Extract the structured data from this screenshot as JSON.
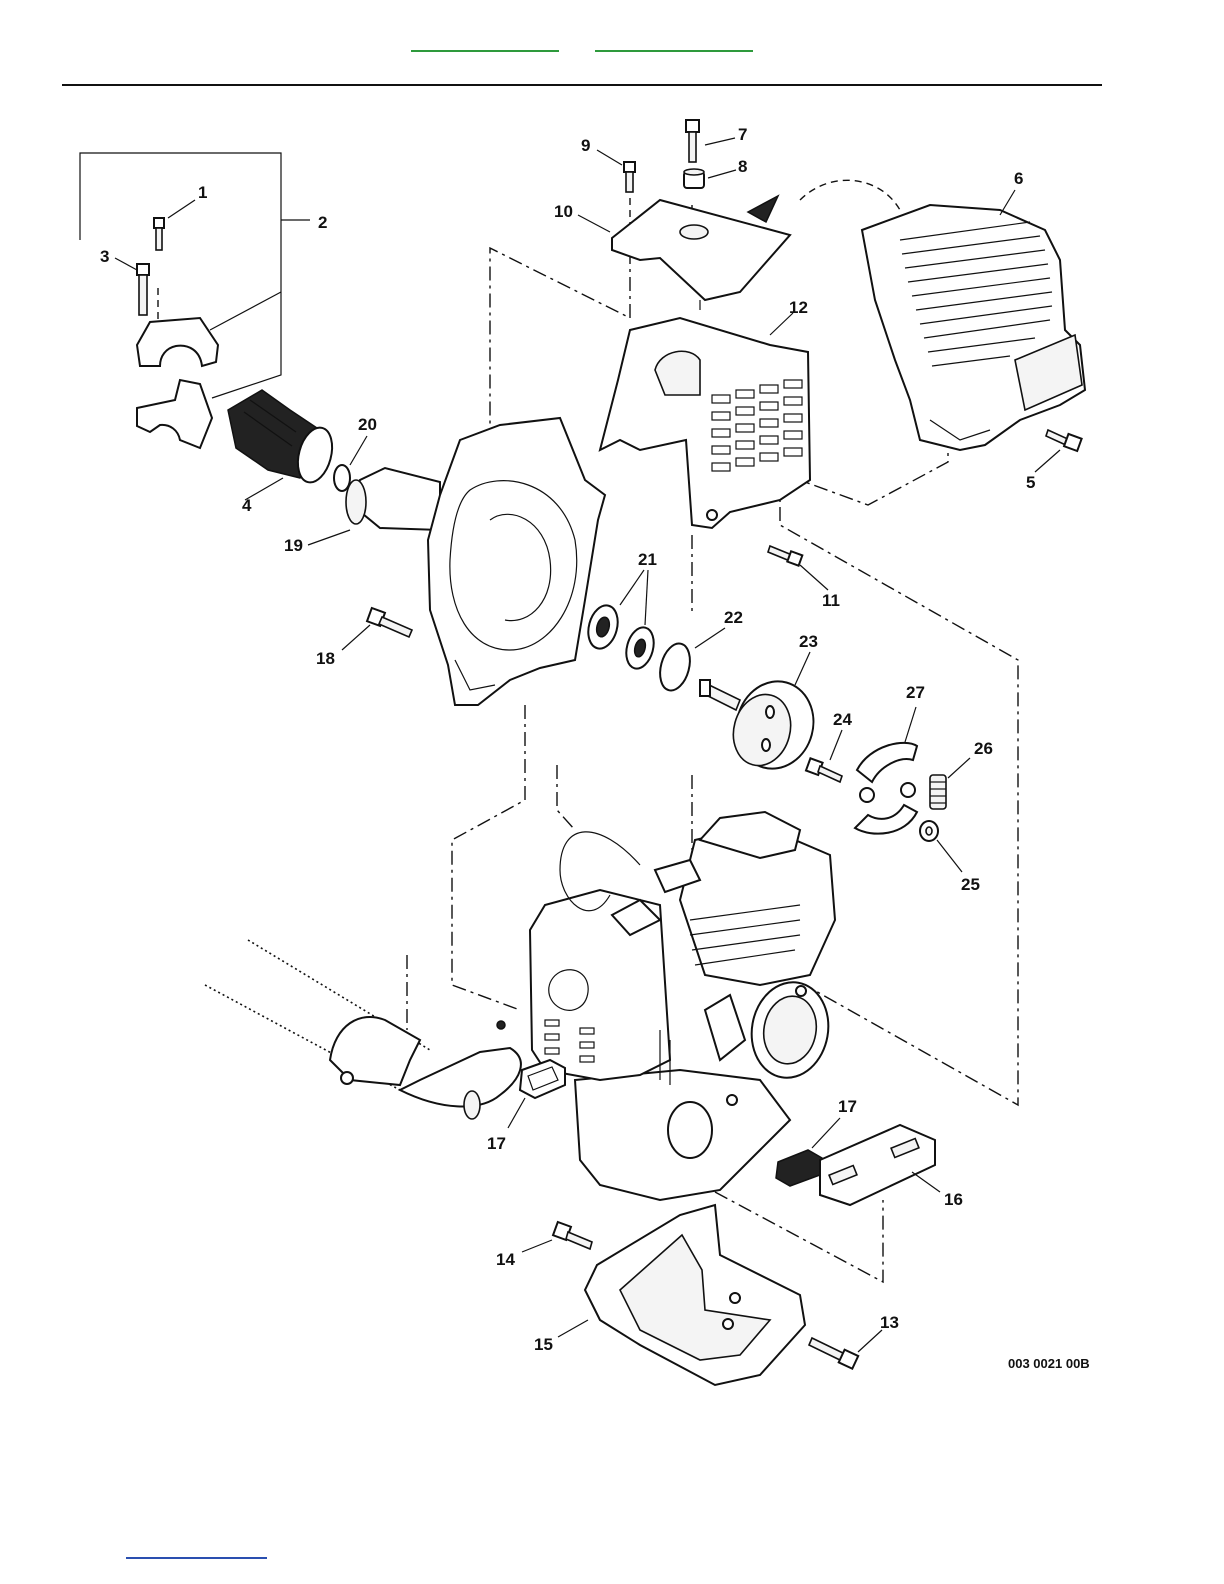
{
  "figure": {
    "ref_code": "003 0021 00B",
    "callouts": [
      "1",
      "2",
      "3",
      "4",
      "5",
      "6",
      "7",
      "8",
      "9",
      "10",
      "11",
      "12",
      "13",
      "14",
      "15",
      "16",
      "17",
      "18",
      "19",
      "20",
      "21",
      "22",
      "23",
      "24",
      "25",
      "26",
      "27"
    ]
  },
  "colors": {
    "top_links": "#2e9a3c",
    "bottom_link": "#2a4fb0",
    "line_art": "#111111"
  }
}
